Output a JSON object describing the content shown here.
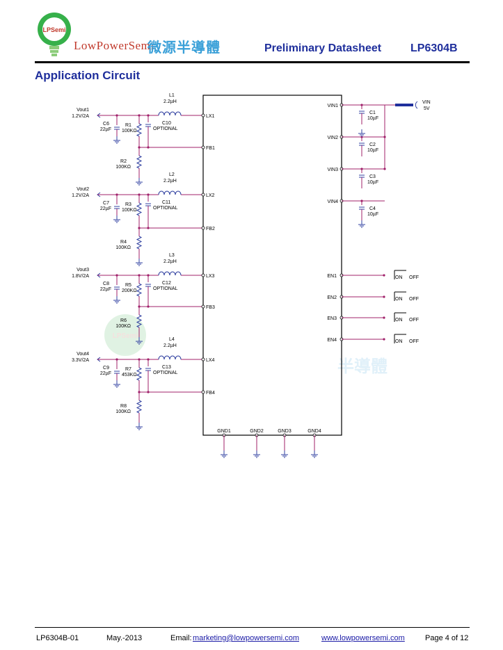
{
  "header": {
    "logo_badge": "LPSemi",
    "logo_text": "LowPowerSemi",
    "logo_cn": "微源半導體",
    "doc_type": "Preliminary Datasheet",
    "part_number": "LP6304B"
  },
  "section_title": "Application Circuit",
  "schematic": {
    "outputs": [
      {
        "vout": "Vout1",
        "spec": "1.2V/2A",
        "cap": "C6",
        "cap_val": "22µF",
        "r_top": "R1",
        "r_top_val": "100KΩ",
        "r_bot": "R2",
        "r_bot_val": "100KΩ",
        "inductor": "L1",
        "ind_val": "2.2µH",
        "opt_cap": "C10",
        "opt_val": "OPTIONAL",
        "lx": "LX1",
        "fb": "FB1"
      },
      {
        "vout": "Vout2",
        "spec": "1.2V/2A",
        "cap": "C7",
        "cap_val": "22µF",
        "r_top": "R3",
        "r_top_val": "100KΩ",
        "r_bot": "R4",
        "r_bot_val": "100KΩ",
        "inductor": "L2",
        "ind_val": "2.2µH",
        "opt_cap": "C11",
        "opt_val": "OPTIONAL",
        "lx": "LX2",
        "fb": "FB2"
      },
      {
        "vout": "Vout3",
        "spec": "1.8V/2A",
        "cap": "C8",
        "cap_val": "22µF",
        "r_top": "R5",
        "r_top_val": "200KΩ",
        "r_bot": "R6",
        "r_bot_val": "100KΩ",
        "inductor": "L3",
        "ind_val": "2.2µH",
        "opt_cap": "C12",
        "opt_val": "OPTIONAL",
        "lx": "LX3",
        "fb": "FB3"
      },
      {
        "vout": "Vout4",
        "spec": "3.3V/2A",
        "cap": "C9",
        "cap_val": "22µF",
        "r_top": "R7",
        "r_top_val": "453KΩ",
        "r_bot": "R8",
        "r_bot_val": "100KΩ",
        "inductor": "L4",
        "ind_val": "2.2µH",
        "opt_cap": "C13",
        "opt_val": "OPTIONAL",
        "lx": "LX4",
        "fb": "FB4"
      }
    ],
    "vin_pins": [
      "VIN1",
      "VIN2",
      "VIN3",
      "VIN4"
    ],
    "input_caps": [
      {
        "name": "C1",
        "val": "10µF"
      },
      {
        "name": "C2",
        "val": "10µF"
      },
      {
        "name": "C3",
        "val": "10µF"
      },
      {
        "name": "C4",
        "val": "10µF"
      }
    ],
    "vin_label": "VIN",
    "vin_value": "5V",
    "en_pins": [
      "EN1",
      "EN2",
      "EN3",
      "EN4"
    ],
    "switch_on": "ON",
    "switch_off": "OFF",
    "gnd_pins": [
      "GND1",
      "GND2",
      "GND3",
      "GND4"
    ]
  },
  "footer": {
    "doc_id": "LP6304B-01",
    "date": "May.-2013",
    "email_label": "Email:",
    "email": "marketing@lowpowersemi.com",
    "website": "www.lowpowersemi.com",
    "page": "Page 4 of 12"
  },
  "colors": {
    "title_blue": "#1f2f9c",
    "wire_purple": "#a0206a",
    "component_blue": "#3040a0",
    "logo_green": "#2e9e3e",
    "logo_red": "#c0392b",
    "logo_cn_blue": "#3aa0d8"
  }
}
